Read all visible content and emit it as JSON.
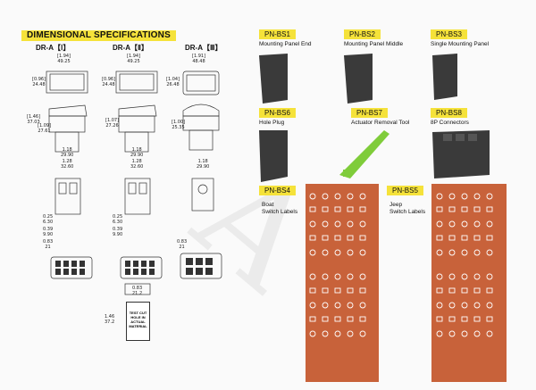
{
  "header": {
    "title": "DIMENSIONAL SPECIFICATIONS"
  },
  "variants": {
    "v1": "DR-A【Ⅰ】",
    "v2": "DR-A【Ⅱ】",
    "v3": "DR-A【Ⅲ】"
  },
  "dims": {
    "w1": "[1.94]\n49.25",
    "w2": "[1.94]\n49.25",
    "w3": "[1.91]\n48.48",
    "h1": "[0.96]\n24.48",
    "h2": "[0.96]\n24.48",
    "h3": "[1.04]\n26.48",
    "s1a": "[1.46]\n37.03",
    "s1b": "[1.09]\n27.61",
    "s2": "[1.07]\n27.26",
    "s3": "[1.00]\n25.35",
    "b1a": "1.18\n29.90",
    "b1b": "1.28\n32.60",
    "b2a": "1.18\n29.90",
    "b2b": "1.28\n32.60",
    "b3": "1.18\n29.90",
    "f1a": "0.25\n6.30",
    "f1b": "0.39\n9.90",
    "f1c": "0.83\n21",
    "f2a": "0.25\n6.30",
    "f2b": "0.39\n9.90",
    "f3": "0.83\n21",
    "cut_w": "0.83\n21.2",
    "cut_h": "1.46\n37.2"
  },
  "test_cut": "TEST CUT HOLE IN ACTUAL MATERIAL",
  "parts": [
    {
      "code": "PN-BS1",
      "name": "Mounting Panel End"
    },
    {
      "code": "PN-BS2",
      "name": "Mounting Panel Middle"
    },
    {
      "code": "PN-BS3",
      "name": "Single Mounting Panel"
    },
    {
      "code": "PN-BS6",
      "name": "Hole Plug"
    },
    {
      "code": "PN-BS7",
      "name": "Actuator Removal Tool"
    },
    {
      "code": "PN-BS8",
      "name": "8P Connectors"
    },
    {
      "code": "PN-BS4",
      "name": "Boat\nSwitch Labels"
    },
    {
      "code": "PN-BS5",
      "name": "Jeep\nSwitch Labels"
    }
  ],
  "colors": {
    "tag": "#f5e23a",
    "panel": "#c8623a",
    "part": "#3a3a3a",
    "tool": "#7fcc3a"
  }
}
